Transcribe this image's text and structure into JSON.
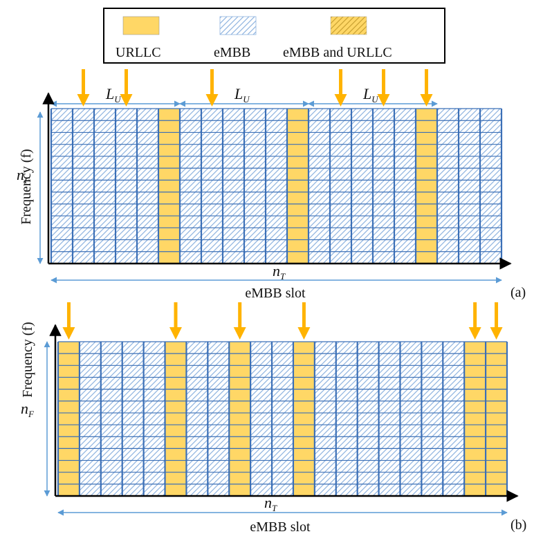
{
  "legend": {
    "items": [
      {
        "key": "urllc",
        "label": "URLLC"
      },
      {
        "key": "embb",
        "label": "eMBB"
      },
      {
        "key": "both",
        "label": "eMBB and URLLC"
      }
    ]
  },
  "panels": [
    {
      "tag": "(a)",
      "y_axis_label": "Frequency (f)",
      "rows_label_main": "n",
      "rows_label_sub": "F",
      "time_label_main": "n",
      "time_label_sub": "T",
      "slot_label": "eMBB slot",
      "columns": 21,
      "rows": 13,
      "urllc_columns": [
        5,
        11,
        17
      ],
      "arrow_columns": [
        1.5,
        3.5,
        7.5,
        13.5,
        15.5,
        17.5
      ],
      "lu_segments": [
        {
          "from": 0,
          "to": 6,
          "main": "L",
          "sub": "U"
        },
        {
          "from": 6,
          "to": 12,
          "main": "L",
          "sub": "U"
        },
        {
          "from": 12,
          "to": 18,
          "main": "L",
          "sub": "U"
        }
      ]
    },
    {
      "tag": "(b)",
      "y_axis_label": "Frequency (f)",
      "rows_label_main": "n",
      "rows_label_sub": "F",
      "time_label_main": "n",
      "time_label_sub": "T",
      "slot_label": "eMBB slot",
      "columns": 21,
      "rows": 13,
      "urllc_columns": [
        0,
        5,
        8,
        11,
        19,
        20
      ],
      "arrow_columns": [
        0.5,
        5.5,
        8.5,
        11.5,
        19.5,
        20.5
      ],
      "lu_segments": []
    }
  ],
  "colors": {
    "urllc": "#FFD766",
    "grid": "#3B6FB6",
    "hatch": "#8FB4E0",
    "arrow": "#FFB300",
    "dim": "#5B9BD5"
  }
}
